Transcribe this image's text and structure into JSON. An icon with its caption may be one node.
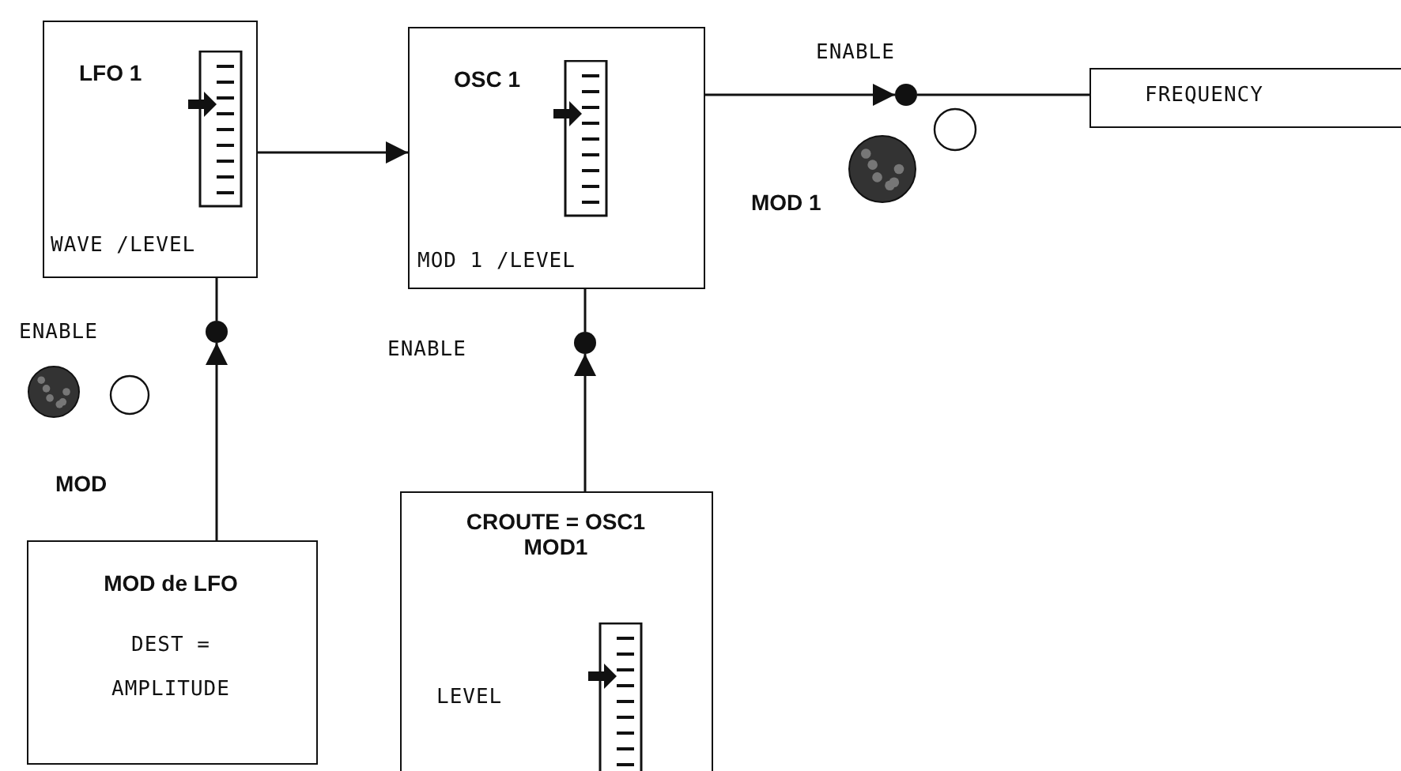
{
  "diagram": {
    "nodes": [
      {
        "text": [
          "LFO 1",
          "WAVE /LEVEL"
        ]
      },
      {
        "text": [
          "OSC 1",
          "MOD 1 /LEVEL"
        ]
      },
      {
        "text": [],
        "shape": "circle"
      },
      {
        "text": [
          "FREQUENCY"
        ]
      },
      {
        "text": [],
        "shape": "circle"
      },
      {
        "text": [],
        "shape": "circle"
      },
      {
        "text": [
          "MOD de LFO",
          "DEST = AMPLITUDE"
        ]
      },
      {
        "text": [
          "CROUTE = OSC1 MOD1",
          "LEVEL"
        ]
      }
    ],
    "edges": [
      {
        "from": 0,
        "to": 1,
        "arrow": "to"
      },
      {
        "from": 1,
        "to": 2,
        "arrow": "to",
        "label": "ENABLE"
      },
      {
        "from": 2,
        "to": 3,
        "arrow": "none"
      },
      {
        "from": 6,
        "to": 4,
        "arrow": "to"
      },
      {
        "from": 4,
        "to": 0,
        "arrow": "none"
      },
      {
        "from": 7,
        "to": 5,
        "arrow": "to"
      },
      {
        "from": 5,
        "to": 1,
        "arrow": "none"
      }
    ],
    "labels": [
      "MOD 1",
      "ENABLE",
      "ENABLE",
      "MOD"
    ]
  }
}
